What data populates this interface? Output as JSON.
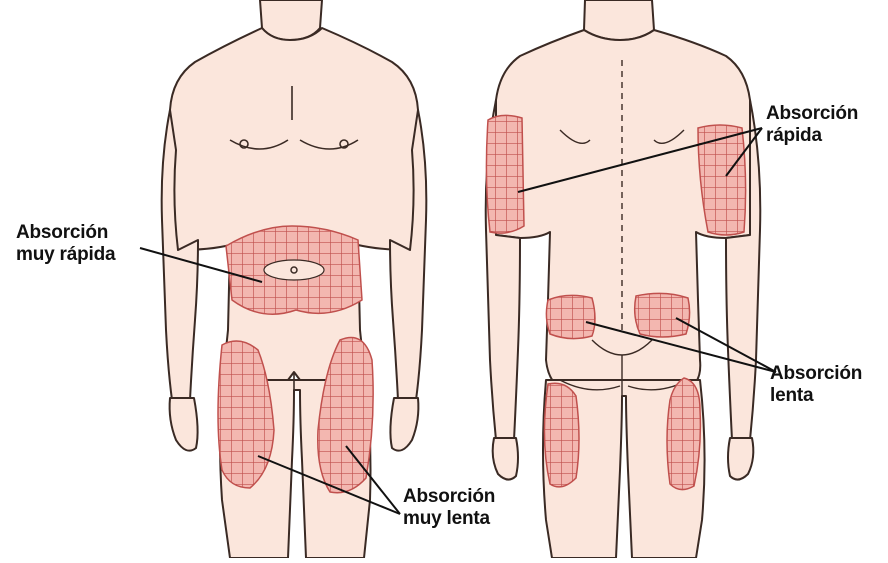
{
  "labels": {
    "very_fast": {
      "line1": "Absorción",
      "line2": "muy rápida"
    },
    "fast": {
      "line1": "Absorción",
      "line2": "rápida"
    },
    "slow": {
      "line1": "Absorción",
      "line2": "lenta"
    },
    "very_slow": {
      "line1": "Absorción",
      "line2": "muy lenta"
    }
  },
  "colors": {
    "skin": "#fbe6dc",
    "skin_outline": "#3a2a24",
    "zone_fill": "#f3b7b0",
    "zone_grid": "#c0504d",
    "leader": "#111111"
  }
}
